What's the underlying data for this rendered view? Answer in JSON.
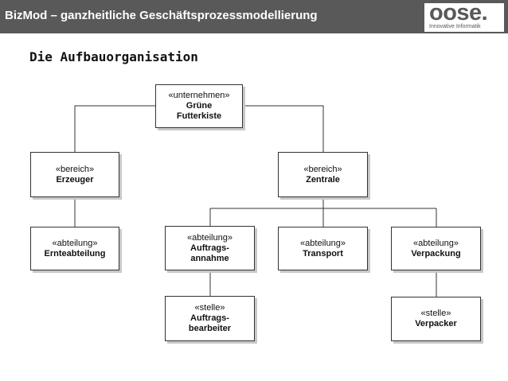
{
  "header": {
    "title": "BizMod – ganzheitliche Geschäftsprozessmodellierung",
    "logo": {
      "word": "oose.",
      "tagline": "Innovative Informatik"
    },
    "background": "#595959"
  },
  "slide": {
    "title": "Die Aufbauorganisation"
  },
  "diagram": {
    "nodes": {
      "unternehmen": {
        "stereotype": "«unternehmen»",
        "name": "Grüne\nFutterkiste"
      },
      "bereich_erzeuger": {
        "stereotype": "«bereich»",
        "name": "Erzeuger"
      },
      "bereich_zentrale": {
        "stereotype": "«bereich»",
        "name": "Zentrale"
      },
      "abteilung_ernte": {
        "stereotype": "«abteilung»",
        "name": "Ernteabteilung"
      },
      "abteilung_auftrag": {
        "stereotype": "«abteilung»",
        "name": "Auftrags-\nannahme"
      },
      "abteilung_transport": {
        "stereotype": "«abteilung»",
        "name": "Transport"
      },
      "abteilung_verpackung": {
        "stereotype": "«abteilung»",
        "name": "Verpackung"
      },
      "stelle_bearbeiter": {
        "stereotype": "«stelle»",
        "name": "Auftrags-\nbearbeiter"
      },
      "stelle_verpacker": {
        "stereotype": "«stelle»",
        "name": "Verpacker"
      }
    },
    "edges": [
      [
        "unternehmen",
        "bereich_erzeuger"
      ],
      [
        "unternehmen",
        "bereich_zentrale"
      ],
      [
        "bereich_erzeuger",
        "abteilung_ernte"
      ],
      [
        "bereich_zentrale",
        "abteilung_auftrag"
      ],
      [
        "bereich_zentrale",
        "abteilung_transport"
      ],
      [
        "bereich_zentrale",
        "abteilung_verpackung"
      ],
      [
        "abteilung_auftrag",
        "stelle_bearbeiter"
      ],
      [
        "abteilung_verpackung",
        "stelle_verpacker"
      ]
    ]
  }
}
